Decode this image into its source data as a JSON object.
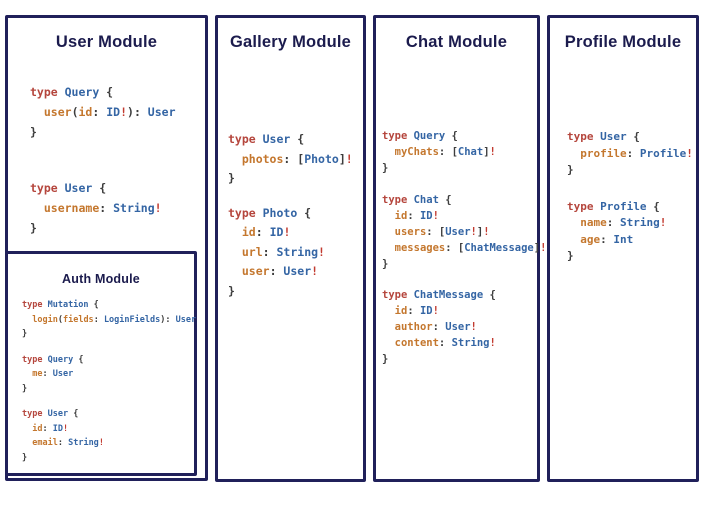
{
  "colors": {
    "background": "#ffffff",
    "frame": "#20205a",
    "title": "#1b1b4d",
    "keyword": "#b5463d",
    "typename": "#3465a4",
    "field": "#c4772e",
    "punct": "#3d3d3d",
    "bang": "#c23b30"
  },
  "modules": [
    {
      "id": "user-module",
      "title": "User Module",
      "blocks": [
        {
          "lines": [
            [
              [
                "k",
                "type "
              ],
              [
                "t",
                "Query "
              ],
              [
                "p",
                "{"
              ]
            ],
            [
              [
                "p",
                "  "
              ],
              [
                "f",
                "user"
              ],
              [
                "p",
                "("
              ],
              [
                "f",
                "id"
              ],
              [
                "p",
                ": "
              ],
              [
                "t",
                "ID"
              ],
              [
                "e",
                "!"
              ],
              [
                "p",
                "): "
              ],
              [
                "t",
                "User"
              ]
            ],
            [
              [
                "p",
                "}"
              ]
            ]
          ]
        },
        {
          "lines": [
            [
              [
                "k",
                "type "
              ],
              [
                "t",
                "User "
              ],
              [
                "p",
                "{"
              ]
            ],
            [
              [
                "p",
                "  "
              ],
              [
                "f",
                "username"
              ],
              [
                "p",
                ": "
              ],
              [
                "t",
                "String"
              ],
              [
                "e",
                "!"
              ]
            ],
            [
              [
                "p",
                "}"
              ]
            ]
          ]
        }
      ]
    },
    {
      "id": "auth-module",
      "title": "Auth Module",
      "blocks": [
        {
          "lines": [
            [
              [
                "k",
                "type "
              ],
              [
                "t",
                "Mutation "
              ],
              [
                "p",
                "{"
              ]
            ],
            [
              [
                "p",
                "  "
              ],
              [
                "f",
                "login"
              ],
              [
                "p",
                "("
              ],
              [
                "f",
                "fields"
              ],
              [
                "p",
                ": "
              ],
              [
                "t",
                "LoginFields"
              ],
              [
                "p",
                "): "
              ],
              [
                "t",
                "User"
              ]
            ],
            [
              [
                "p",
                "}"
              ]
            ]
          ]
        },
        {
          "lines": [
            [
              [
                "k",
                "type "
              ],
              [
                "t",
                "Query "
              ],
              [
                "p",
                "{"
              ]
            ],
            [
              [
                "p",
                "  "
              ],
              [
                "f",
                "me"
              ],
              [
                "p",
                ": "
              ],
              [
                "t",
                "User"
              ]
            ],
            [
              [
                "p",
                "}"
              ]
            ]
          ]
        },
        {
          "lines": [
            [
              [
                "k",
                "type "
              ],
              [
                "t",
                "User "
              ],
              [
                "p",
                "{"
              ]
            ],
            [
              [
                "p",
                "  "
              ],
              [
                "f",
                "id"
              ],
              [
                "p",
                ": "
              ],
              [
                "t",
                "ID"
              ],
              [
                "e",
                "!"
              ]
            ],
            [
              [
                "p",
                "  "
              ],
              [
                "f",
                "email"
              ],
              [
                "p",
                ": "
              ],
              [
                "t",
                "String"
              ],
              [
                "e",
                "!"
              ]
            ],
            [
              [
                "p",
                "}"
              ]
            ]
          ]
        }
      ]
    },
    {
      "id": "gallery-module",
      "title": "Gallery Module",
      "blocks": [
        {
          "lines": [
            [
              [
                "k",
                "type "
              ],
              [
                "t",
                "User "
              ],
              [
                "p",
                "{"
              ]
            ],
            [
              [
                "p",
                "  "
              ],
              [
                "f",
                "photos"
              ],
              [
                "p",
                ": ["
              ],
              [
                "t",
                "Photo"
              ],
              [
                "p",
                "]"
              ],
              [
                "e",
                "!"
              ]
            ],
            [
              [
                "p",
                "}"
              ]
            ]
          ]
        },
        {
          "lines": [
            [
              [
                "k",
                "type "
              ],
              [
                "t",
                "Photo "
              ],
              [
                "p",
                "{"
              ]
            ],
            [
              [
                "p",
                "  "
              ],
              [
                "f",
                "id"
              ],
              [
                "p",
                ": "
              ],
              [
                "t",
                "ID"
              ],
              [
                "e",
                "!"
              ]
            ],
            [
              [
                "p",
                "  "
              ],
              [
                "f",
                "url"
              ],
              [
                "p",
                ": "
              ],
              [
                "t",
                "String"
              ],
              [
                "e",
                "!"
              ]
            ],
            [
              [
                "p",
                "  "
              ],
              [
                "f",
                "user"
              ],
              [
                "p",
                ": "
              ],
              [
                "t",
                "User"
              ],
              [
                "e",
                "!"
              ]
            ],
            [
              [
                "p",
                "}"
              ]
            ]
          ]
        }
      ]
    },
    {
      "id": "chat-module",
      "title": "Chat Module",
      "blocks": [
        {
          "lines": [
            [
              [
                "k",
                "type "
              ],
              [
                "t",
                "Query "
              ],
              [
                "p",
                "{"
              ]
            ],
            [
              [
                "p",
                "  "
              ],
              [
                "f",
                "myChats"
              ],
              [
                "p",
                ": ["
              ],
              [
                "t",
                "Chat"
              ],
              [
                "p",
                "]"
              ],
              [
                "e",
                "!"
              ]
            ],
            [
              [
                "p",
                "}"
              ]
            ]
          ]
        },
        {
          "lines": [
            [
              [
                "k",
                "type "
              ],
              [
                "t",
                "Chat "
              ],
              [
                "p",
                "{"
              ]
            ],
            [
              [
                "p",
                "  "
              ],
              [
                "f",
                "id"
              ],
              [
                "p",
                ": "
              ],
              [
                "t",
                "ID"
              ],
              [
                "e",
                "!"
              ]
            ],
            [
              [
                "p",
                "  "
              ],
              [
                "f",
                "users"
              ],
              [
                "p",
                ": ["
              ],
              [
                "t",
                "User"
              ],
              [
                "e",
                "!"
              ],
              [
                "p",
                "]"
              ],
              [
                "e",
                "!"
              ]
            ],
            [
              [
                "p",
                "  "
              ],
              [
                "f",
                "messages"
              ],
              [
                "p",
                ": ["
              ],
              [
                "t",
                "ChatMessage"
              ],
              [
                "p",
                "]"
              ],
              [
                "e",
                "!"
              ]
            ],
            [
              [
                "p",
                "}"
              ]
            ]
          ]
        },
        {
          "lines": [
            [
              [
                "k",
                "type "
              ],
              [
                "t",
                "ChatMessage "
              ],
              [
                "p",
                "{"
              ]
            ],
            [
              [
                "p",
                "  "
              ],
              [
                "f",
                "id"
              ],
              [
                "p",
                ": "
              ],
              [
                "t",
                "ID"
              ],
              [
                "e",
                "!"
              ]
            ],
            [
              [
                "p",
                "  "
              ],
              [
                "f",
                "author"
              ],
              [
                "p",
                ": "
              ],
              [
                "t",
                "User"
              ],
              [
                "e",
                "!"
              ]
            ],
            [
              [
                "p",
                "  "
              ],
              [
                "f",
                "content"
              ],
              [
                "p",
                ": "
              ],
              [
                "t",
                "String"
              ],
              [
                "e",
                "!"
              ]
            ],
            [
              [
                "p",
                "}"
              ]
            ]
          ]
        }
      ]
    },
    {
      "id": "profile-module",
      "title": "Profile Module",
      "blocks": [
        {
          "lines": [
            [
              [
                "k",
                "type "
              ],
              [
                "t",
                "User "
              ],
              [
                "p",
                "{"
              ]
            ],
            [
              [
                "p",
                "  "
              ],
              [
                "f",
                "profile"
              ],
              [
                "p",
                ": "
              ],
              [
                "t",
                "Profile"
              ],
              [
                "e",
                "!"
              ]
            ],
            [
              [
                "p",
                "}"
              ]
            ]
          ]
        },
        {
          "lines": [
            [
              [
                "k",
                "type "
              ],
              [
                "t",
                "Profile "
              ],
              [
                "p",
                "{"
              ]
            ],
            [
              [
                "p",
                "  "
              ],
              [
                "f",
                "name"
              ],
              [
                "p",
                ": "
              ],
              [
                "t",
                "String"
              ],
              [
                "e",
                "!"
              ]
            ],
            [
              [
                "p",
                "  "
              ],
              [
                "f",
                "age"
              ],
              [
                "p",
                ": "
              ],
              [
                "t",
                "Int"
              ]
            ],
            [
              [
                "p",
                "}"
              ]
            ]
          ]
        }
      ]
    }
  ]
}
